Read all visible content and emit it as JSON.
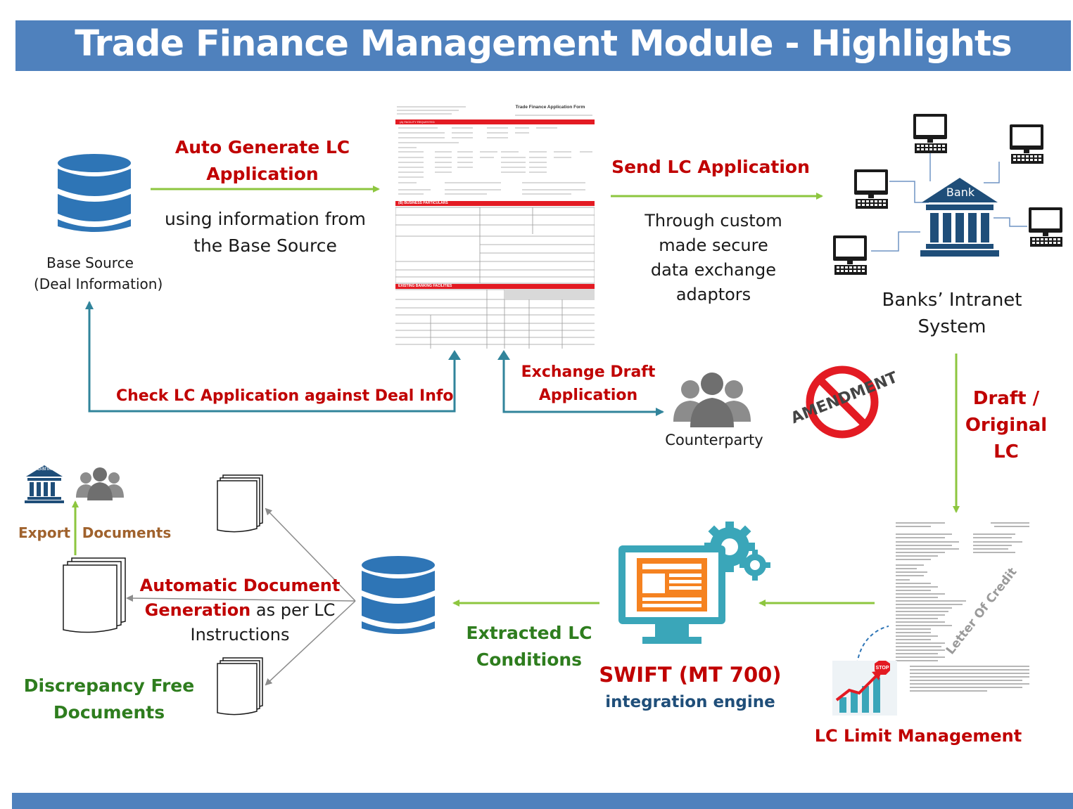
{
  "header": {
    "title": "Trade Finance Management Module - Highlights"
  },
  "base_source": {
    "line1": "Base Source",
    "line2": "(Deal Information)"
  },
  "auto_generate": {
    "line1": "Auto Generate LC",
    "line2": "Application",
    "sub1": "using information from",
    "sub2": "the Base Source"
  },
  "send_lc": {
    "title": "Send LC Application",
    "sub1": "Through custom",
    "sub2": "made secure",
    "sub3": "data exchange",
    "sub4": "adaptors"
  },
  "bank": {
    "icon_label": "Bank",
    "line1": "Banks’ Intranet",
    "line2": "System"
  },
  "check_lc": {
    "label": "Check LC Application against Deal Info"
  },
  "exchange_draft": {
    "line1": "Exchange Draft",
    "line2": "Application"
  },
  "counterparty": {
    "label": "Counterparty"
  },
  "amendment": {
    "label": "AMENDMENT"
  },
  "draft_original": {
    "line1": "Draft /",
    "line2": "Original",
    "line3": "LC"
  },
  "swift_doc": {
    "watermark": "Letter Of Credit"
  },
  "lc_limit": {
    "label": "LC Limit Management",
    "stop": "STOP"
  },
  "swift_engine": {
    "line1": "SWIFT (MT 700)",
    "line2": "integration engine"
  },
  "extracted": {
    "line1": "Extracted LC",
    "line2": "Conditions"
  },
  "auto_doc": {
    "line1": "Automatic Document",
    "line2_bold": "Generation",
    "line2_rest": " as per LC",
    "line3": "Instructions"
  },
  "export": {
    "left": "Export",
    "right": "Documents",
    "bank_label": "Bank"
  },
  "discrepancy": {
    "line1": "Discrepancy Free",
    "line2": "Documents"
  },
  "form": {
    "title": "Trade Finance Application Form",
    "section_a": "(A) FACILITY REQUESTED",
    "section_b": "(B) BUSINESS PARTICULARS",
    "section_c": "EXISTING BANKING FACILITIES"
  },
  "colors": {
    "title_bar": "#4f81bd",
    "red": "#c00000",
    "green_arrow": "#8dc63f",
    "teal_arrow": "#31849b",
    "db_blue": "#2e75b6",
    "gray_icon": "#8c8c8c"
  }
}
